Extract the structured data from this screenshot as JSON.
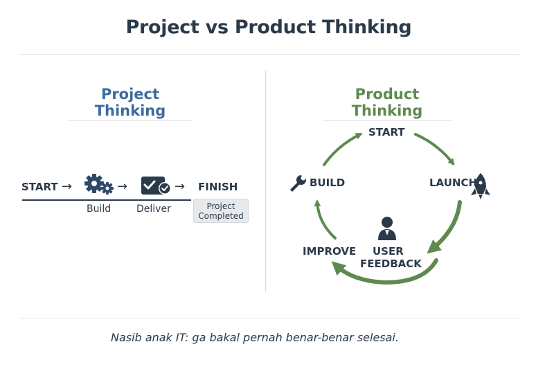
{
  "title": "Project vs Product Thinking",
  "project": {
    "heading": "Project Thinking",
    "start": "START",
    "build": "Build",
    "deliver": "Deliver",
    "finish": "FINISH",
    "badge_line1": "Project",
    "badge_line2": "Completed",
    "arrow": "→"
  },
  "product": {
    "heading": "Product Thinking",
    "start": "START",
    "launch": "LAUNCH",
    "build": "BUILD",
    "improve": "IMPROVE",
    "user_feedback_line1": "USER",
    "user_feedback_line2": "FEEDBACK"
  },
  "caption": "Nasib anak IT: ga bakal pernah benar-benar selesai.",
  "colors": {
    "project_blue": "#3e6b9d",
    "product_green": "#5e8a4e",
    "icon_dark": "#2b3a4a"
  },
  "icons": [
    "gears-icon",
    "checked-box-icon",
    "wrench-icon",
    "rocket-icon",
    "user-icon"
  ]
}
